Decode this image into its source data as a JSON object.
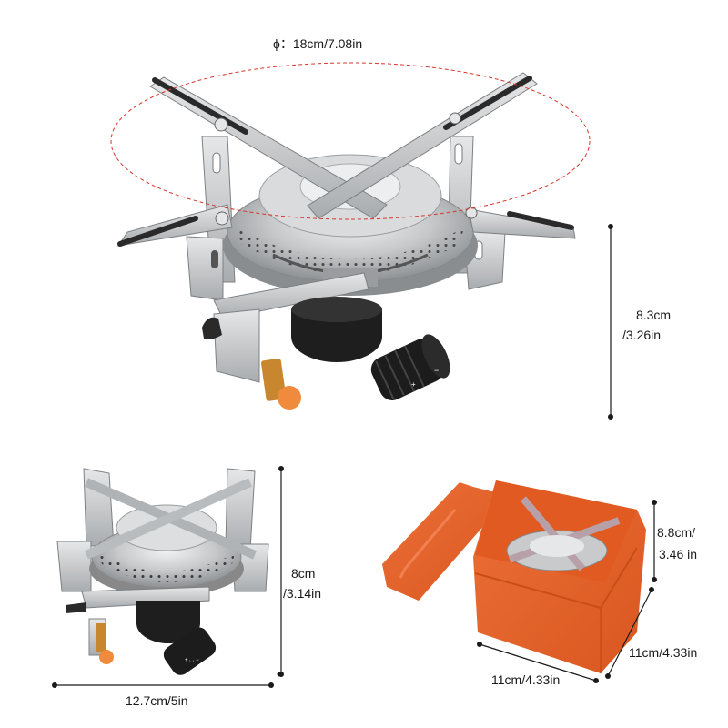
{
  "diameter_label": "ϕ：18cm/7.08in",
  "main_stove": {
    "height_label_line1": "8.3cm",
    "height_label_line2": "/3.26in",
    "knob_marks": [
      "+",
      "−"
    ]
  },
  "folded_stove": {
    "height_label_line1": "8cm",
    "height_label_line2": "/3.14in",
    "width_label": "12.7cm/5in"
  },
  "storage_box": {
    "height_label_line1": "8.8cm/",
    "height_label_line2": "3.46 in",
    "depth_label": "11cm/4.33in",
    "width_label": "11cm/4.33in"
  },
  "colors": {
    "dimension_line": "#1a1a1a",
    "diameter_ellipse": "#d9342b",
    "steel": "#c9cbcd",
    "steel_dark": "#8e9194",
    "black": "#1e1e1e",
    "orange_box": "#e8642c",
    "orange_igniter": "#f08a3c"
  }
}
